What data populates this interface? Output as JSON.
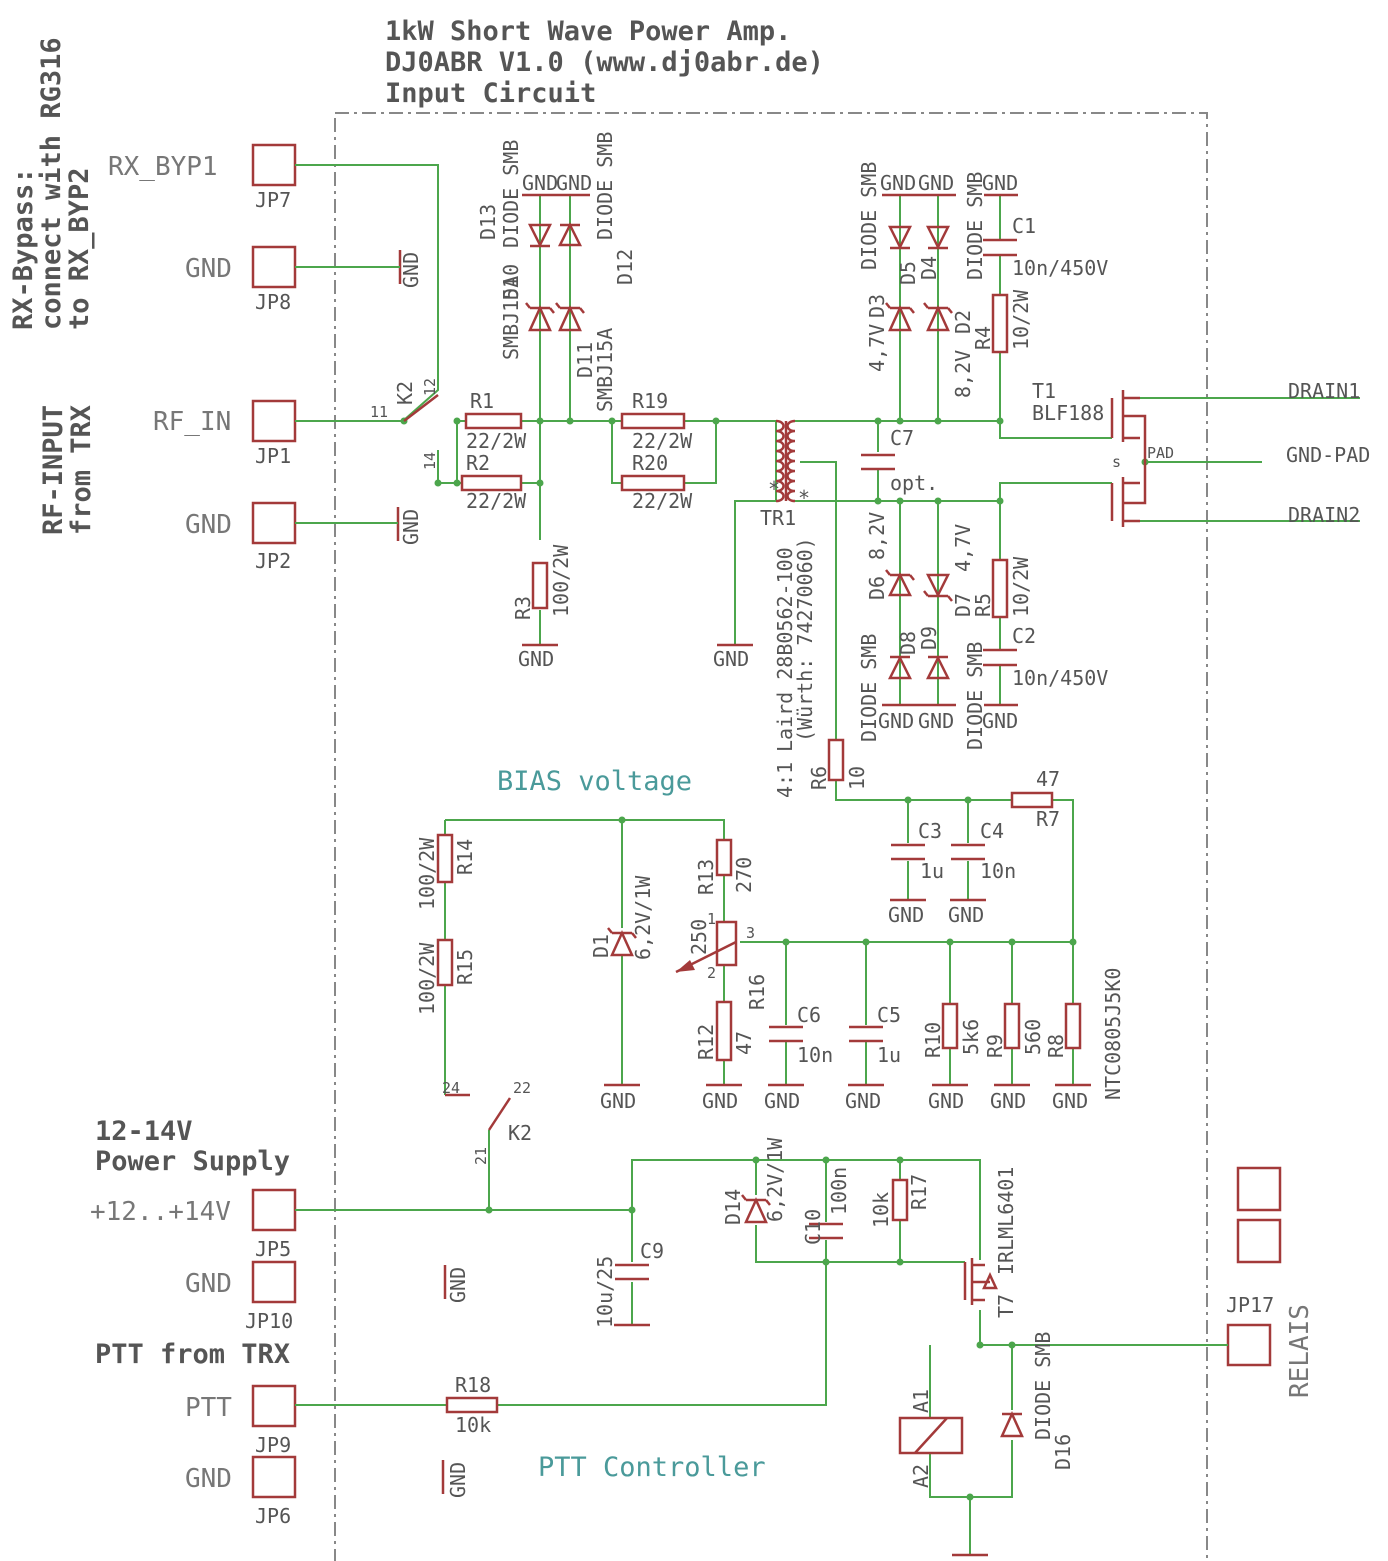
{
  "title": [
    "1kW Short Wave Power Amp.",
    "DJ0ABR  V1.0 (www.dj0abr.de)",
    "Input Circuit"
  ],
  "notes": {
    "bypass": [
      "RX-Bypass:",
      "connect with RG316",
      "to RX_BYP2"
    ],
    "rfinput": [
      "RF-INPUT",
      "from TRX"
    ],
    "power": [
      "12-14V",
      "Power Supply"
    ],
    "ptt": "PTT from TRX"
  },
  "sections": {
    "bias": "BIAS voltage",
    "ptt": "PTT Controller"
  },
  "connectors": [
    {
      "ref": "JP7",
      "net": "RX_BYP1"
    },
    {
      "ref": "JP8",
      "net": "GND"
    },
    {
      "ref": "JP1",
      "net": "RF_IN"
    },
    {
      "ref": "JP2",
      "net": "GND"
    },
    {
      "ref": "JP5",
      "net": "+12..+14V"
    },
    {
      "ref": "JP10",
      "net": "GND"
    },
    {
      "ref": "JP9",
      "net": "PTT"
    },
    {
      "ref": "JP6",
      "net": "GND"
    },
    {
      "ref": "JP17",
      "net": "RELAIS"
    }
  ],
  "outputs": [
    "DRAIN1",
    "GND-PAD",
    "DRAIN2"
  ],
  "gnd": "GND",
  "parts": {
    "R1": "22/2W",
    "R2": "22/2W",
    "R3": "100/2W",
    "R19": "22/2W",
    "R20": "22/2W",
    "R4": "10/2W",
    "R5": "10/2W",
    "R6": "10",
    "R7": "47",
    "R8": "NTC0805J5K0",
    "R9": "560",
    "R10": "5k6",
    "R12": "47",
    "R13": "270",
    "R14": "100/2W",
    "R15": "100/2W",
    "R16": "250",
    "R17": "10k",
    "R18": "10k",
    "C1": "10n/450V",
    "C2": "10n/450V",
    "C3": "1u",
    "C4": "10n",
    "C5": "1u",
    "C6": "10n",
    "C7": "opt.",
    "C9": "10u/25",
    "C10": "100n",
    "T1": "BLF188",
    "T7": "IRLML6401",
    "TR1": "Laird 28B0562-100",
    "TR1b": "(Würth: 74270060)",
    "TR1c": "4:1",
    "D1": "6,2V/1W",
    "D14": "6,2V/1W",
    "D2": "8,2V",
    "D3": "4,7V",
    "D6": "8,2V",
    "D7": "4,7V",
    "D10": "SMBJ15A",
    "D11": "SMBJ15A",
    "DS": "DIODE SMB"
  },
  "refs": {
    "K2": "K2",
    "D2": "D2",
    "D3": "D3",
    "D4": "D4",
    "D5": "D5",
    "D6": "D6",
    "D7": "D7",
    "D8": "D8",
    "D9": "D9",
    "D10": "D10",
    "D11": "D11",
    "D12": "D12",
    "D13": "D13",
    "D16": "D16",
    "A1": "A1",
    "A2": "A2",
    "PAD": "PAD",
    "S": "s"
  },
  "pins": {
    "p11": "11",
    "p12": "12",
    "p14": "14",
    "p21": "21",
    "p22": "22",
    "p24": "24",
    "pot1": "1",
    "pot2": "2",
    "pot3": "3",
    "star": "*"
  }
}
